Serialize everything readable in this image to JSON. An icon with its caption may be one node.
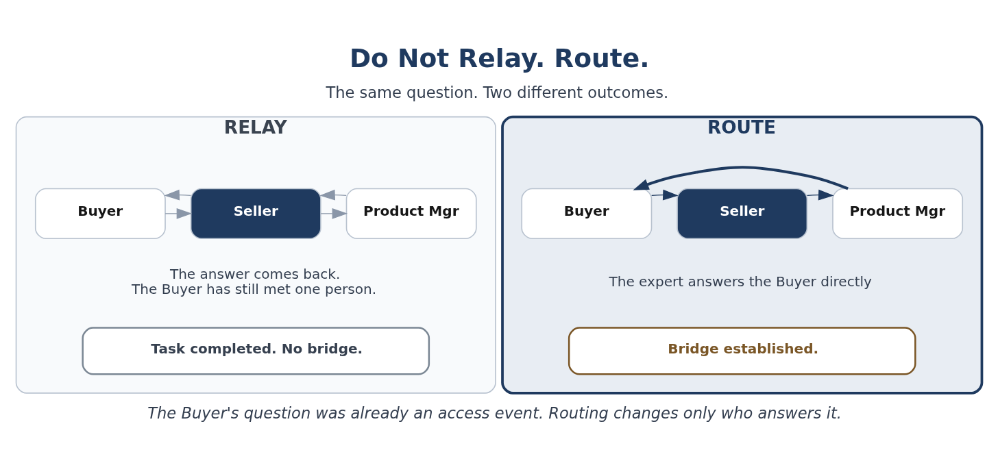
{
  "diagram": {
    "title": "Do Not Relay. Route.",
    "caption": "The Buyer's question was already an access event. Routing changes only who answers it.",
    "nodes": [
      {
        "text": [
          "RELAY"
        ]
      },
      {
        "text": [
          "Buyer"
        ],
        "in": 0
      },
      {
        "text": [
          "Seller"
        ],
        "in": 0
      },
      {
        "text": [
          "Product Mgr"
        ],
        "in": 0
      },
      {
        "text": [
          "Task completed. No bridge."
        ],
        "in": 0
      },
      {
        "text": [
          "ROUTE"
        ]
      },
      {
        "text": [
          "Buyer"
        ],
        "in": 5
      },
      {
        "text": [
          "Seller"
        ],
        "in": 5
      },
      {
        "text": [
          "Product Mgr"
        ],
        "in": 5
      },
      {
        "text": [
          "Bridge established."
        ],
        "in": 5
      }
    ],
    "edges": [
      {
        "from": 1,
        "to": 2,
        "arrow": "to"
      },
      {
        "from": 2,
        "to": 3,
        "arrow": "to"
      },
      {
        "from": 3,
        "to": 2,
        "arrow": "to"
      },
      {
        "from": 2,
        "to": 1,
        "arrow": "to"
      },
      {
        "from": 6,
        "to": 7,
        "arrow": "to",
        "color": "#1f3a5f"
      },
      {
        "from": 7,
        "to": 8,
        "arrow": "to",
        "color": "#1f3a5f"
      },
      {
        "from": 8,
        "to": 6,
        "arrow": "to",
        "color": "#1f3a5f",
        "style": "thick"
      }
    ],
    "labels": [
      "The same question. Two different outcomes.",
      "The answer comes back. The Buyer has still met one person.",
      "The expert answers the Buyer directly"
    ]
  }
}
